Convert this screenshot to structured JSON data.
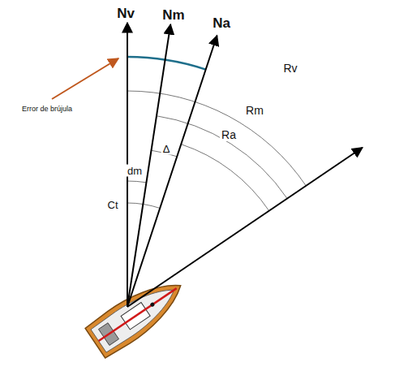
{
  "diagram": {
    "labels": [
      "Nv",
      "Nm",
      "Na",
      "Error de brújula",
      "Rv",
      "Rm",
      "Ra",
      "dm",
      "Δ",
      "Ct"
    ]
  }
}
